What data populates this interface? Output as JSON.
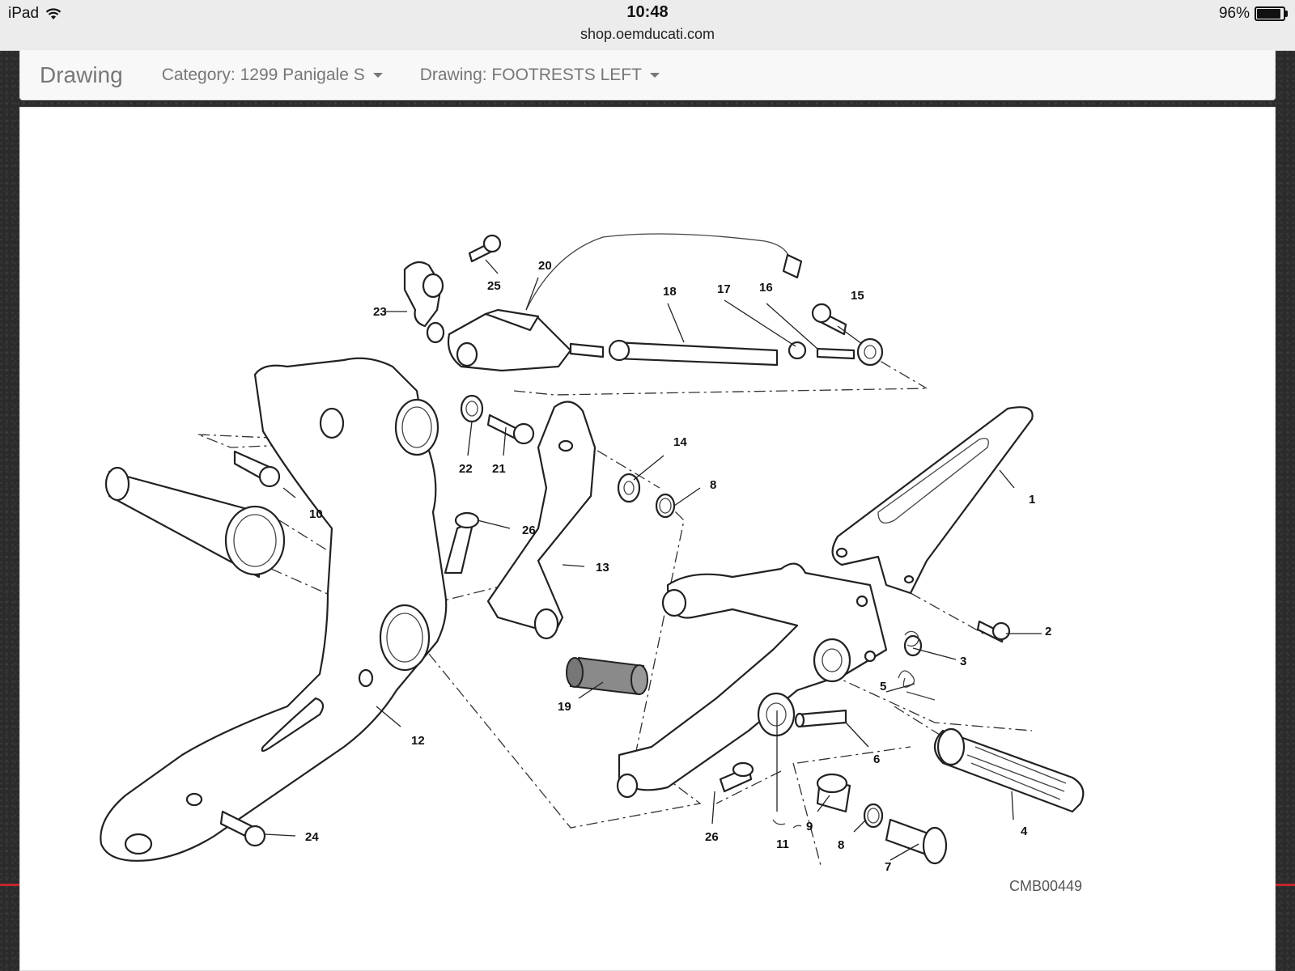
{
  "status_bar": {
    "device": "iPad",
    "time": "10:48",
    "url": "shop.oemducati.com",
    "battery": "96%",
    "battery_level": 0.96,
    "icons": [
      "wifi-icon",
      "battery-icon"
    ]
  },
  "navbar": {
    "brand": "Drawing",
    "category": "Category: 1299 Panigale S",
    "drawing": "Drawing: FOOTRESTS LEFT"
  },
  "drawing": {
    "code": "CMB00449",
    "part_labels": [
      "1",
      "2",
      "3",
      "4",
      "5",
      "6",
      "7",
      "8",
      "8",
      "9",
      "10",
      "11",
      "12",
      "13",
      "14",
      "15",
      "16",
      "17",
      "18",
      "19",
      "20",
      "21",
      "22",
      "23",
      "24",
      "25",
      "26",
      "26"
    ]
  },
  "colors": {
    "accent_red": "#c0262d",
    "link_gray": "#777777"
  }
}
